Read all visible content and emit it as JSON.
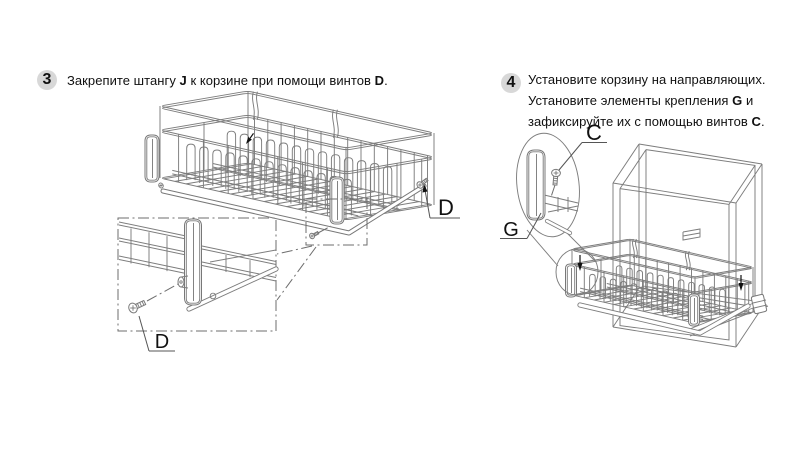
{
  "page": {
    "background": "#ffffff",
    "line_color": "#787878",
    "badge_color": "#d8d8d8",
    "language": "ru"
  },
  "steps": [
    {
      "number": "3",
      "text_segments": [
        {
          "t": "Закрепите штангу "
        },
        {
          "t": "J",
          "b": true
        },
        {
          "t": " к корзине при помощи винтов "
        },
        {
          "t": "D",
          "b": true
        },
        {
          "t": "."
        }
      ]
    },
    {
      "number": "4",
      "lines": [
        [
          {
            "t": "Установите корзину на направляющих."
          }
        ],
        [
          {
            "t": "Установите элементы крепления "
          },
          {
            "t": "G",
            "b": true
          },
          {
            "t": " и"
          }
        ],
        [
          {
            "t": "зафиксируйте их с помощью винтов "
          },
          {
            "t": "C",
            "b": true
          },
          {
            "t": "."
          }
        ]
      ]
    }
  ],
  "callouts": {
    "screw_main": "D",
    "screw_detail": "D",
    "screw_c": "C",
    "bracket_g": "G"
  }
}
